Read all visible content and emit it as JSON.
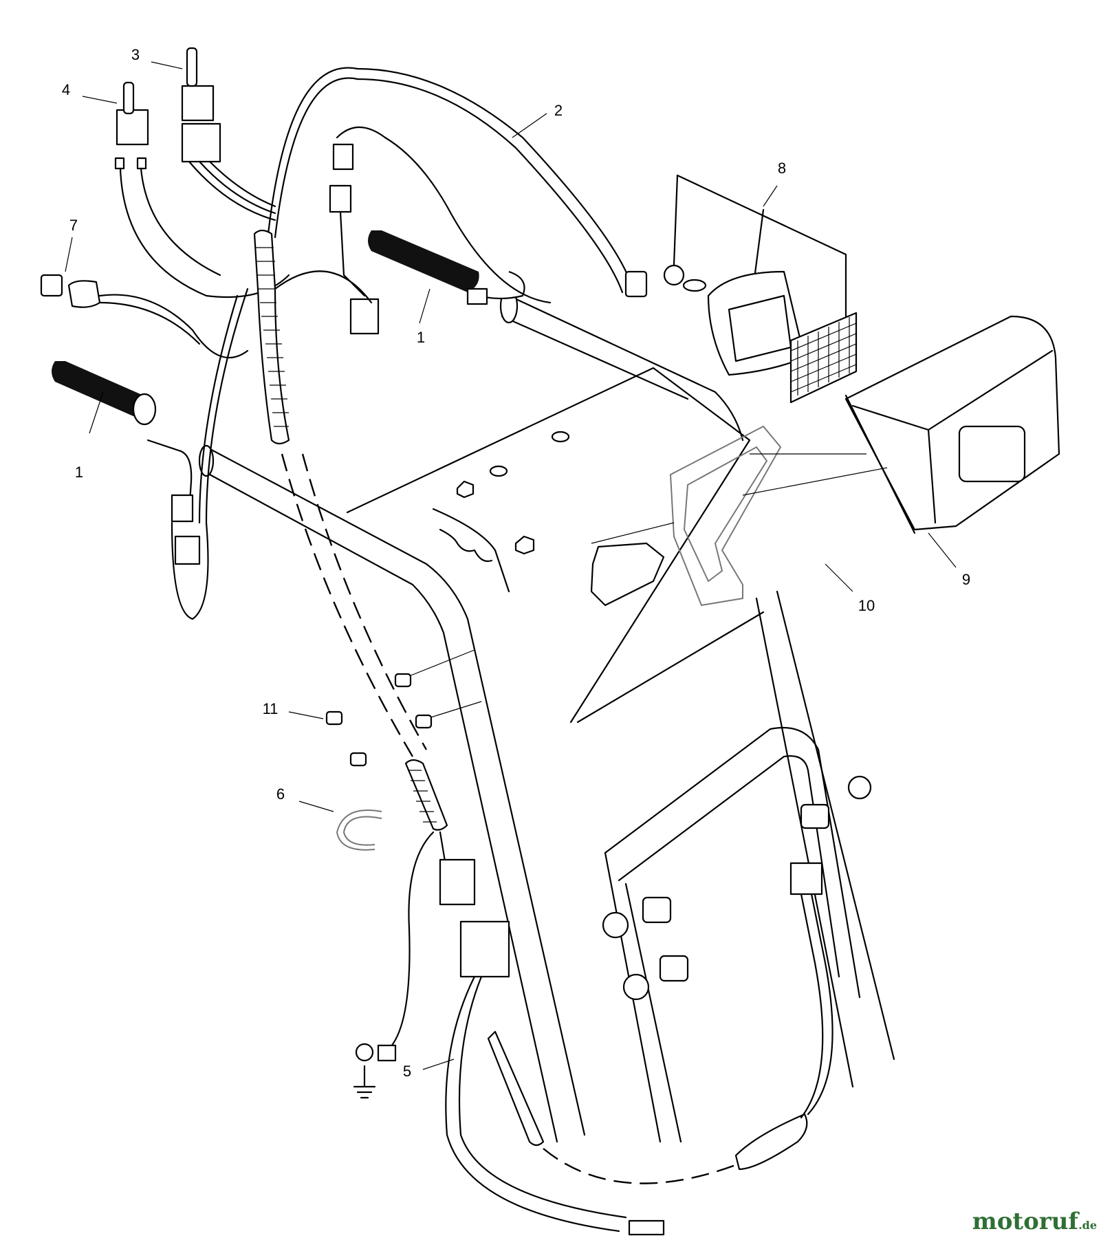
{
  "callouts": [
    {
      "id": "1a",
      "text": "1"
    },
    {
      "id": "1b",
      "text": "1"
    },
    {
      "id": "2",
      "text": "2"
    },
    {
      "id": "3",
      "text": "3"
    },
    {
      "id": "4",
      "text": "4"
    },
    {
      "id": "5",
      "text": "5"
    },
    {
      "id": "6",
      "text": "6"
    },
    {
      "id": "7",
      "text": "7"
    },
    {
      "id": "8",
      "text": "8"
    },
    {
      "id": "9",
      "text": "9"
    },
    {
      "id": "10",
      "text": "10"
    },
    {
      "id": "11",
      "text": "11"
    }
  ],
  "watermark": {
    "brand": "motoruf",
    "suffix": ".de",
    "brand_color": "#2f6f34"
  }
}
